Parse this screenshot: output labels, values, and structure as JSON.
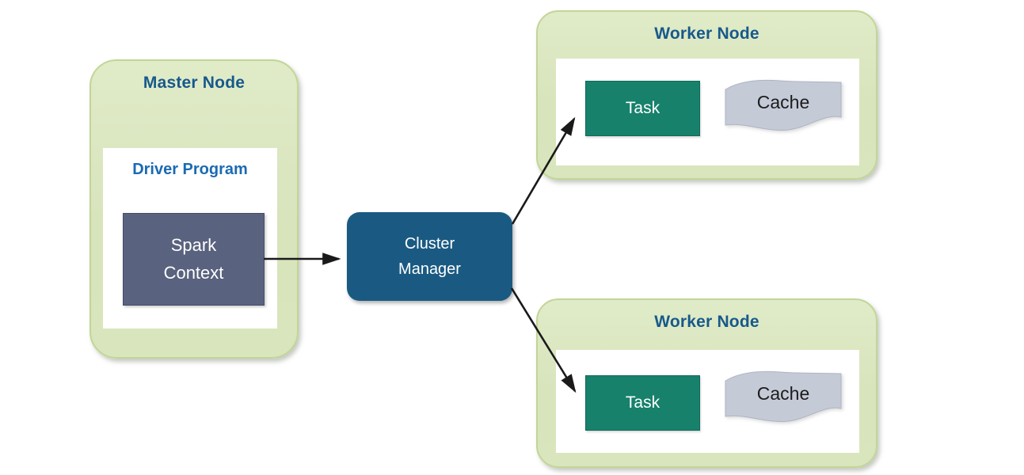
{
  "diagram": {
    "master_node": {
      "label": "Master Node",
      "driver_program": {
        "label": "Driver Program",
        "spark_context": {
          "label": "Spark\nContext"
        }
      }
    },
    "cluster_manager": {
      "label": "Cluster\nManager"
    },
    "worker_nodes": [
      {
        "label": "Worker Node",
        "task": {
          "label": "Task"
        },
        "cache": {
          "label": "Cache"
        }
      },
      {
        "label": "Worker Node",
        "task": {
          "label": "Task"
        },
        "cache": {
          "label": "Cache"
        }
      }
    ],
    "edges": [
      {
        "from": "spark-context",
        "to": "cluster-manager"
      },
      {
        "from": "cluster-manager",
        "to": "worker-node-1-task"
      },
      {
        "from": "cluster-manager",
        "to": "worker-node-2-task"
      }
    ],
    "colors": {
      "background": "#ffffff",
      "node_green_fill": "#d8e4bc",
      "node_green_border": "#c3d596",
      "node_title_blue": "#17598c",
      "driver_title_blue": "#1a6ab3",
      "spark_context_fill": "#59627e",
      "cluster_manager_fill": "#1a5a82",
      "task_fill": "#17816c",
      "cache_fill": "#c5cad7",
      "arrow": "#1a1a1a"
    }
  }
}
